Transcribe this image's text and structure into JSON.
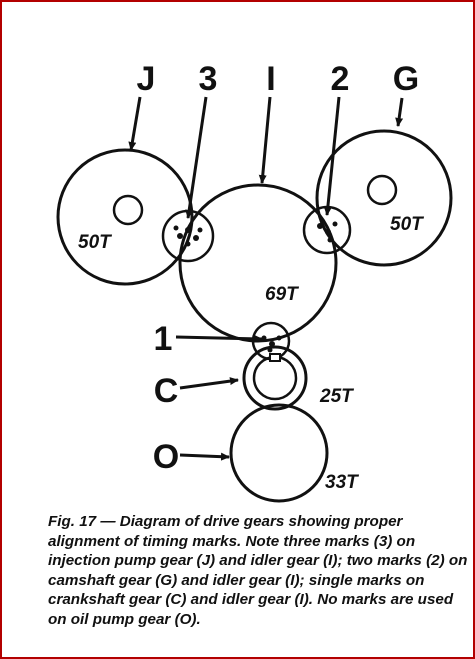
{
  "gears": {
    "J": {
      "label": "J",
      "teeth": "50T"
    },
    "I": {
      "label": "I",
      "teeth": "69T"
    },
    "G": {
      "label": "G",
      "teeth": "50T"
    },
    "C": {
      "label": "C",
      "teeth": "25T"
    },
    "O": {
      "label": "O",
      "teeth": "33T"
    }
  },
  "marks": {
    "three": "3",
    "two": "2",
    "one": "1"
  },
  "caption": "Fig. 17 — Diagram of drive gears showing proper alignment of timing marks. Note three marks (3) on injection pump gear (J) and idler gear (I); two marks (2) on camshaft gear (G) and idler gear (I); single marks on crankshaft gear (C) and idler gear (I). No marks are used on oil pump gear (O)."
}
